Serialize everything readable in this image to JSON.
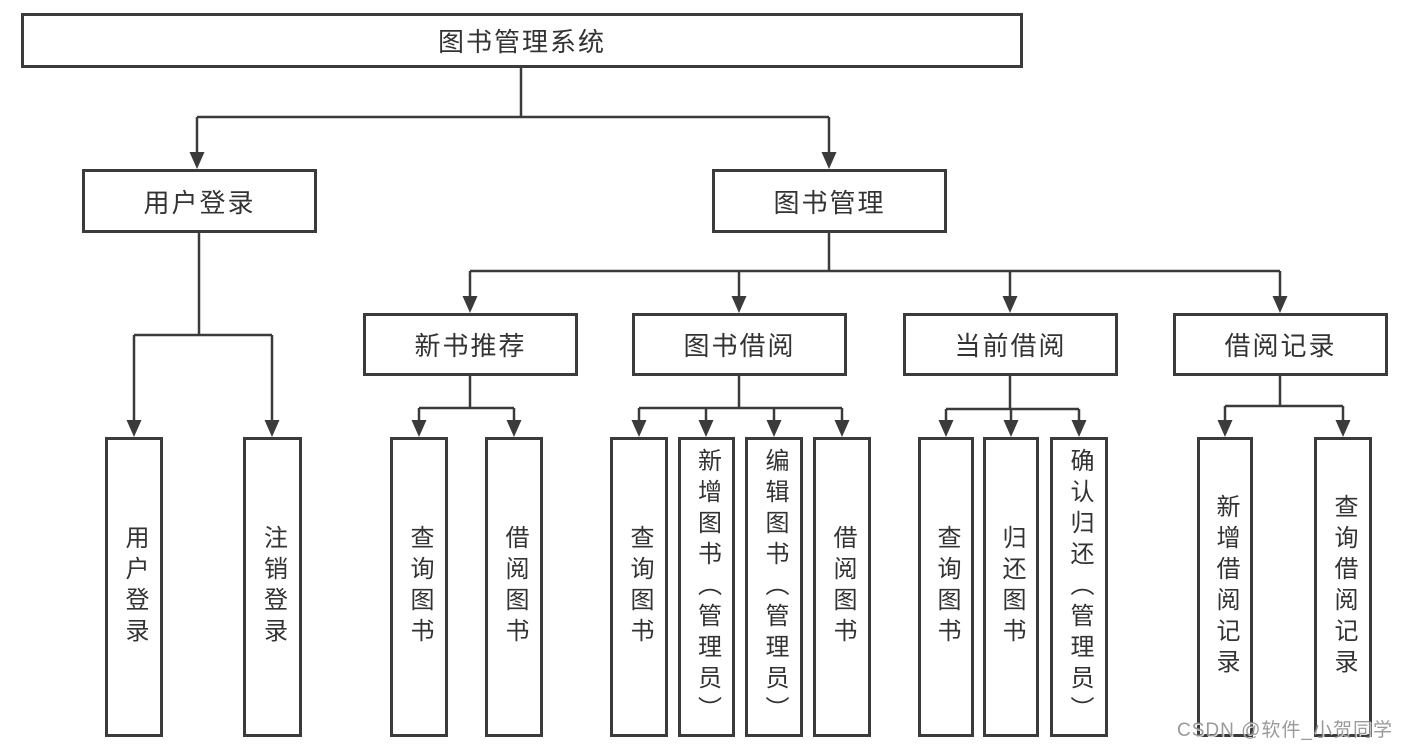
{
  "diagram": {
    "root": {
      "label": "图书管理系统"
    },
    "branches": [
      {
        "label": "用户登录",
        "children": [
          {
            "label": "用户登录"
          },
          {
            "label": "注销登录"
          }
        ]
      },
      {
        "label": "图书管理",
        "children": [
          {
            "label": "新书推荐",
            "children": [
              {
                "label": "查询图书"
              },
              {
                "label": "借阅图书"
              }
            ]
          },
          {
            "label": "图书借阅",
            "children": [
              {
                "label": "查询图书"
              },
              {
                "label": "新增图书（管理员）"
              },
              {
                "label": "编辑图书（管理员）"
              },
              {
                "label": "借阅图书"
              }
            ]
          },
          {
            "label": "当前借阅",
            "children": [
              {
                "label": "查询图书"
              },
              {
                "label": "归还图书"
              },
              {
                "label": "确认归还（管理员）"
              }
            ]
          },
          {
            "label": "借阅记录",
            "children": [
              {
                "label": "新增借阅记录"
              },
              {
                "label": "查询借阅记录"
              }
            ]
          }
        ]
      }
    ]
  },
  "watermark": {
    "text": "CSDN @软件_小贺同学"
  },
  "colors": {
    "line": "#3b3b3b",
    "text": "#333333",
    "background": "#ffffff",
    "watermark": "#8c8c8c"
  }
}
